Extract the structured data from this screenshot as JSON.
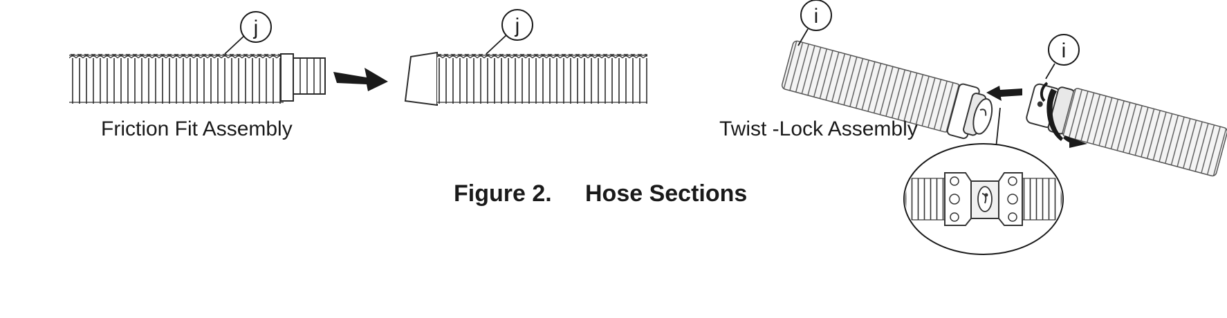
{
  "labels": {
    "friction_fit": "Friction Fit Assembly",
    "twist_lock": "Twist -Lock Assembly"
  },
  "callouts": {
    "friction_hose_left": "j",
    "friction_hose_right": "j",
    "twist_hose_left": "i",
    "twist_hose_right": "i"
  },
  "caption": {
    "number": "Figure 2.",
    "title": "Hose Sections"
  },
  "icons": {
    "push_arrow": "arrow-right-icon",
    "twist_arrow": "rotate-arrow-icon",
    "detail_view": "magnifier-inset"
  }
}
